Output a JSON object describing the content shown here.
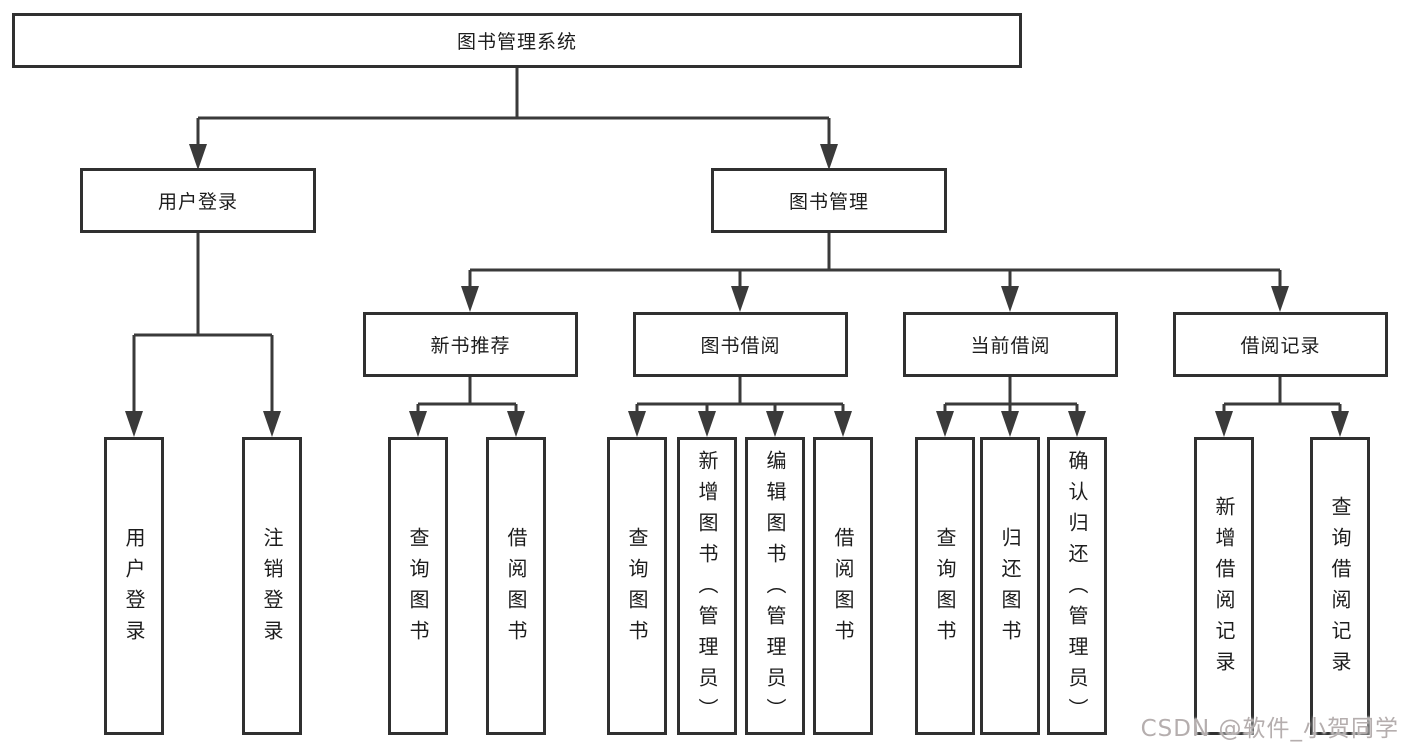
{
  "colors": {
    "line": "#3a3a3a",
    "border": "#303030",
    "text": "#1d1d1d",
    "watermark": "#b5aeae",
    "background": "#ffffff"
  },
  "nodes": {
    "root": "图书管理系统",
    "userLogin": "用户登录",
    "bookMgmt": "图书管理",
    "newBookRec": "新书推荐",
    "bookBorrow": "图书借阅",
    "currentBorrow": "当前借阅",
    "borrowRecords": "借阅记录",
    "userLoginLeaf": "用户登录",
    "logout": "注销登录",
    "nbQuery": "查询图书",
    "nbBorrow": "借阅图书",
    "bbQuery": "查询图书",
    "bbAdd": "新增图书（管理员）",
    "bbEdit": "编辑图书（管理员）",
    "bbBorrow": "借阅图书",
    "cbQuery": "查询图书",
    "cbReturn": "归还图书",
    "cbConfirm": "确认归还（管理员）",
    "brAdd": "新增借阅记录",
    "brQuery": "查询借阅记录"
  },
  "watermark": "CSDN @软件_小贺同学"
}
